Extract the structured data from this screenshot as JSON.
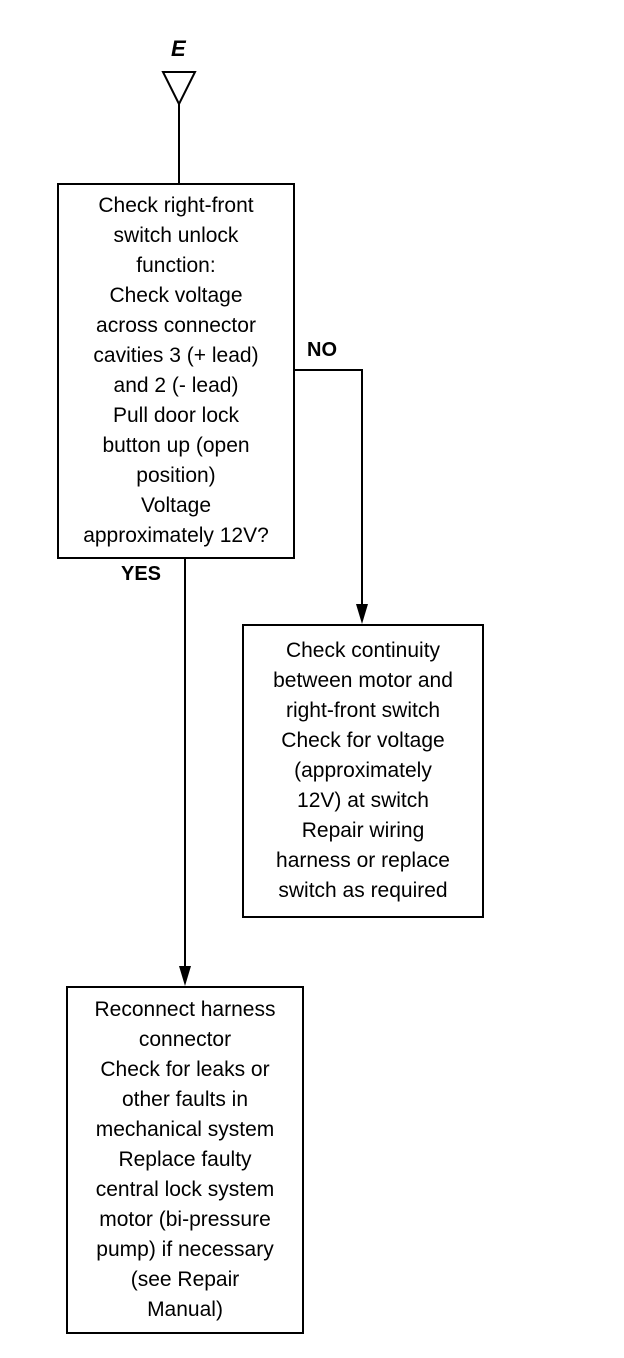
{
  "connector": {
    "label": "E"
  },
  "decision": {
    "lines": [
      "Check right-front",
      "switch unlock",
      "function:",
      "Check voltage",
      "across connector",
      "cavities 3 (+ lead)",
      "and 2 (- lead)",
      "Pull door lock",
      "button up (open",
      "position)",
      "Voltage",
      "approximately 12V?"
    ]
  },
  "branches": {
    "no_label": "NO",
    "yes_label": "YES"
  },
  "no_box": {
    "lines": [
      "Check continuity",
      "between motor and",
      "right-front switch",
      "Check for voltage",
      "(approximately",
      "12V) at switch",
      "Repair wiring",
      "harness or replace",
      "switch as required"
    ]
  },
  "yes_box": {
    "lines": [
      "Reconnect harness",
      "connector",
      "Check for leaks or",
      "other faults in",
      "mechanical system",
      "Replace faulty",
      "central lock system",
      "motor (bi-pressure",
      "pump) if necessary",
      "(see Repair",
      "Manual)"
    ]
  }
}
